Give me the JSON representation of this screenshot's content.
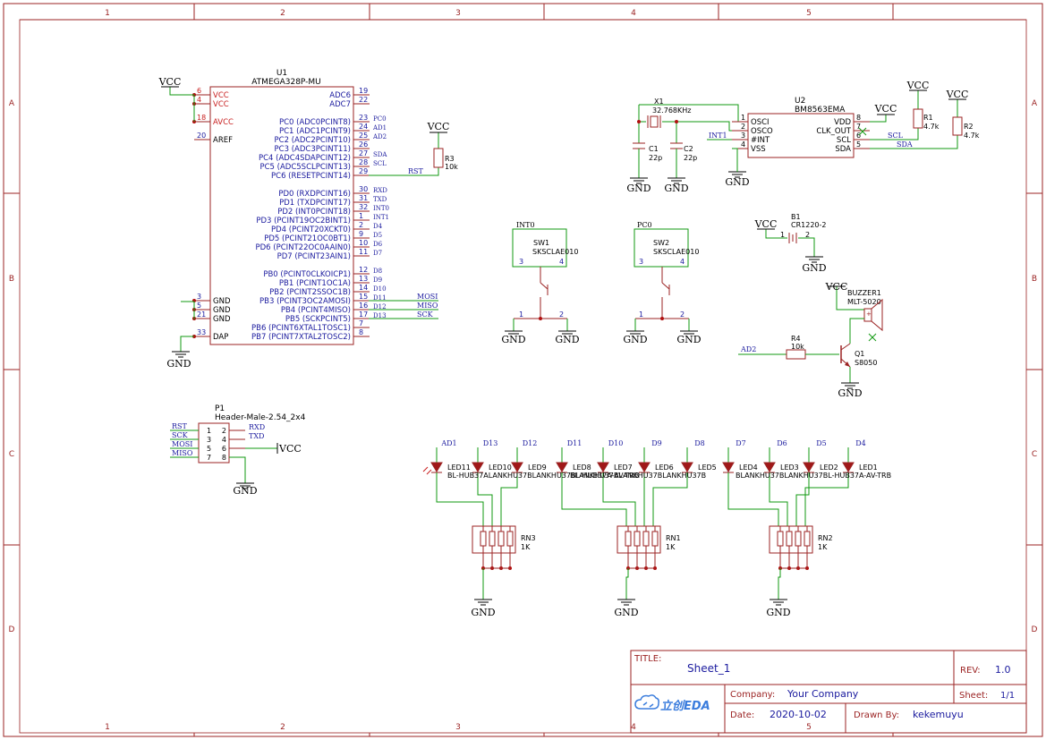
{
  "frame": {
    "columns": [
      "1",
      "2",
      "3",
      "4",
      "5"
    ],
    "rows": [
      "A",
      "B",
      "C",
      "D"
    ]
  },
  "colors": {
    "border": "#9b2323",
    "part": "#9b2323",
    "pin_name": "#1a1a9e",
    "wire": "#119911",
    "net": "#1a1a9e",
    "text": "#000000",
    "junction": "#b01010"
  },
  "power": {
    "vcc": "VCC",
    "gnd": "GND"
  },
  "u1": {
    "ref": "U1",
    "value": "ATMEGA328P-MU",
    "left_pins": [
      {
        "num": "6",
        "name": "VCC"
      },
      {
        "num": "4",
        "name": "VCC"
      },
      {
        "num": "18",
        "name": "AVCC"
      },
      {
        "num": "20",
        "name": "AREF"
      },
      {
        "num": "3",
        "name": "GND"
      },
      {
        "num": "5",
        "name": "GND"
      },
      {
        "num": "21",
        "name": "GND"
      },
      {
        "num": "33",
        "name": "DAP"
      }
    ],
    "right_pins": [
      {
        "num": "19",
        "name": "ADC6",
        "net": ""
      },
      {
        "num": "22",
        "name": "ADC7",
        "net": ""
      },
      {
        "num": "23",
        "name": "PC0 (ADC0PCINT8)",
        "net": "PC0"
      },
      {
        "num": "24",
        "name": "PC1 (ADC1PCINT9)",
        "net": "AD1"
      },
      {
        "num": "25",
        "name": "PC2 (ADC2PCINT10)",
        "net": "AD2"
      },
      {
        "num": "26",
        "name": "PC3 (ADC3PCINT11)",
        "net": ""
      },
      {
        "num": "27",
        "name": "PC4 (ADC4SDAPCINT12)",
        "net": "SDA"
      },
      {
        "num": "28",
        "name": "PC5 (ADC5SCLPCINT13)",
        "net": "SCL"
      },
      {
        "num": "29",
        "name": "PC6 (RESETPCINT14)",
        "net": ""
      },
      {
        "num": "30",
        "name": "PD0 (RXDPCINT16)",
        "net": "RXD"
      },
      {
        "num": "31",
        "name": "PD1 (TXDPCINT17)",
        "net": "TXD"
      },
      {
        "num": "32",
        "name": "PD2 (INT0PCINT18)",
        "net": "INT0"
      },
      {
        "num": "1",
        "name": "PD3 (PCINT19OC2BINT1)",
        "net": "INT1"
      },
      {
        "num": "2",
        "name": "PD4 (PCINT20XCKT0)",
        "net": "D4"
      },
      {
        "num": "9",
        "name": "PD5 (PCINT21OC0BT1)",
        "net": "D5"
      },
      {
        "num": "10",
        "name": "PD6 (PCINT22OC0AAIN0)",
        "net": "D6"
      },
      {
        "num": "11",
        "name": "PD7 (PCINT23AIN1)",
        "net": "D7"
      },
      {
        "num": "12",
        "name": "PB0 (PCINT0CLKOICP1)",
        "net": "D8"
      },
      {
        "num": "13",
        "name": "PB1 (PCINT1OC1A)",
        "net": "D9"
      },
      {
        "num": "14",
        "name": "PB2 (PCINT2SSOC1B)",
        "net": "D10"
      },
      {
        "num": "15",
        "name": "PB3 (PCINT3OC2AMOSI)",
        "net": "D11"
      },
      {
        "num": "16",
        "name": "PB4 (PCINT4MISO)",
        "net": "D12"
      },
      {
        "num": "17",
        "name": "PB5 (SCKPCINT5)",
        "net": "D13"
      },
      {
        "num": "7",
        "name": "PB6 (PCINT6XTAL1TOSC1)",
        "net": ""
      },
      {
        "num": "8",
        "name": "PB7 (PCINT7XTAL2TOSC2)",
        "net": ""
      }
    ],
    "ext_nets": {
      "rst": "RST",
      "mosi": "MOSI",
      "miso": "MISO",
      "sck": "SCK"
    }
  },
  "r3": {
    "ref": "R3",
    "value": "10k"
  },
  "p1": {
    "ref": "P1",
    "value": "Header-Male-2.54_2x4",
    "left": [
      {
        "num": "1",
        "net": "RST"
      },
      {
        "num": "3",
        "net": "SCK"
      },
      {
        "num": "5",
        "net": "MOSI"
      },
      {
        "num": "7",
        "net": "MISO"
      }
    ],
    "right": [
      {
        "num": "2",
        "net": "RXD"
      },
      {
        "num": "4",
        "net": "TXD"
      },
      {
        "num": "6",
        "net": "VCC"
      },
      {
        "num": "8",
        "net": ""
      }
    ]
  },
  "x1": {
    "ref": "X1",
    "value": "32.768KHz"
  },
  "c1": {
    "ref": "C1",
    "value": "22p"
  },
  "c2": {
    "ref": "C2",
    "value": "22p"
  },
  "u2": {
    "ref": "U2",
    "value": "BM8563EMA",
    "left": [
      {
        "num": "1",
        "name": "OSCI"
      },
      {
        "num": "2",
        "name": "OSCO"
      },
      {
        "num": "3",
        "name": "#INT"
      },
      {
        "num": "4",
        "name": "VSS"
      }
    ],
    "right": [
      {
        "num": "8",
        "name": "VDD"
      },
      {
        "num": "7",
        "name": "CLK_OUT"
      },
      {
        "num": "6",
        "name": "SCL"
      },
      {
        "num": "5",
        "name": "SDA"
      }
    ],
    "int_net": "INT1",
    "scl_net": "SCL",
    "sda_net": "SDA"
  },
  "r1": {
    "ref": "R1",
    "value": "4.7k"
  },
  "r2": {
    "ref": "R2",
    "value": "4.7k"
  },
  "sw1": {
    "ref": "SW1",
    "value": "SKSCLAE010",
    "net": "INT0",
    "pins": [
      "3",
      "4",
      "1",
      "2"
    ]
  },
  "sw2": {
    "ref": "SW2",
    "value": "SKSCLAE010",
    "net": "PC0",
    "pins": [
      "3",
      "4",
      "1",
      "2"
    ]
  },
  "b1": {
    "ref": "B1",
    "value": "CR1220-2",
    "pins": [
      "1",
      "2"
    ]
  },
  "buzzer": {
    "ref": "BUZZER1",
    "value": "MLT-5020"
  },
  "r4": {
    "ref": "R4",
    "value": "10k",
    "net": "AD2"
  },
  "q1": {
    "ref": "Q1",
    "value": "S8050"
  },
  "leds": {
    "nets": [
      "AD1",
      "D13",
      "D12",
      "D11",
      "D10",
      "D9",
      "D8",
      "D7",
      "D6",
      "D5",
      "D4"
    ],
    "refs": [
      "LED11",
      "LED10",
      "LED9",
      "LED8",
      "LED7",
      "LED6",
      "LED5",
      "LED4",
      "LED3",
      "LED2",
      "LED1"
    ],
    "value_text": "BL-HUB37A-AV-TRB",
    "overlap_labels": [
      "BL-HUB37ALANKHU37BLANKHU37BL-HUB37A-AV-TRB",
      "BLANKHU37BLANKHU37BLANKHU37B",
      "BLANKHU37BLANKHU37BL-HUB37A-AV-TRB"
    ]
  },
  "rn": [
    {
      "ref": "RN3",
      "value": "1K"
    },
    {
      "ref": "RN1",
      "value": "1K"
    },
    {
      "ref": "RN2",
      "value": "1K"
    }
  ],
  "title_block": {
    "title_label": "TITLE:",
    "title": "Sheet_1",
    "rev_label": "REV:",
    "rev": "1.0",
    "company_label": "Company:",
    "company": "Your Company",
    "sheet_label": "Sheet:",
    "sheet": "1/1",
    "date_label": "Date:",
    "date": "2020-10-02",
    "drawn_label": "Drawn By:",
    "drawn": "kekemuyu",
    "logo_text": "立创EDA"
  }
}
